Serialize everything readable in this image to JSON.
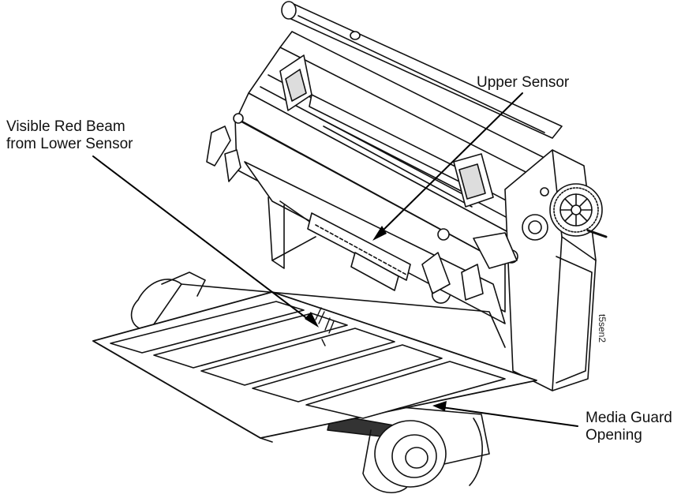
{
  "labels": {
    "upper_sensor": "Upper Sensor",
    "red_beam_line1": "Visible Red Beam",
    "red_beam_line2": "from Lower Sensor",
    "media_guard_line1": "Media Guard",
    "media_guard_line2": "Opening"
  },
  "figure_id": "t5sen2",
  "colors": {
    "ink": "#111111",
    "background": "#ffffff",
    "dark_fill": "#333333"
  }
}
